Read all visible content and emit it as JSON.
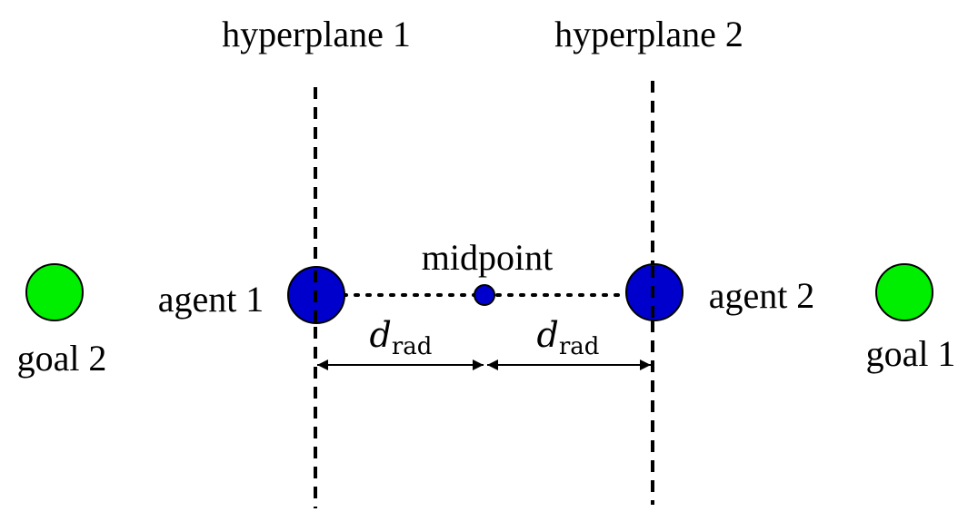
{
  "labels": {
    "hyperplane1": "hyperplane 1",
    "hyperplane2": "hyperplane 2",
    "midpoint": "midpoint",
    "agent1": "agent 1",
    "agent2": "agent 2",
    "goal1": "goal 1",
    "goal2": "goal 2",
    "distance_symbol": "d",
    "distance_subscript": "rad"
  },
  "colors": {
    "agent": "#0000cc",
    "goal": "#00ee00",
    "outline": "#000000"
  }
}
